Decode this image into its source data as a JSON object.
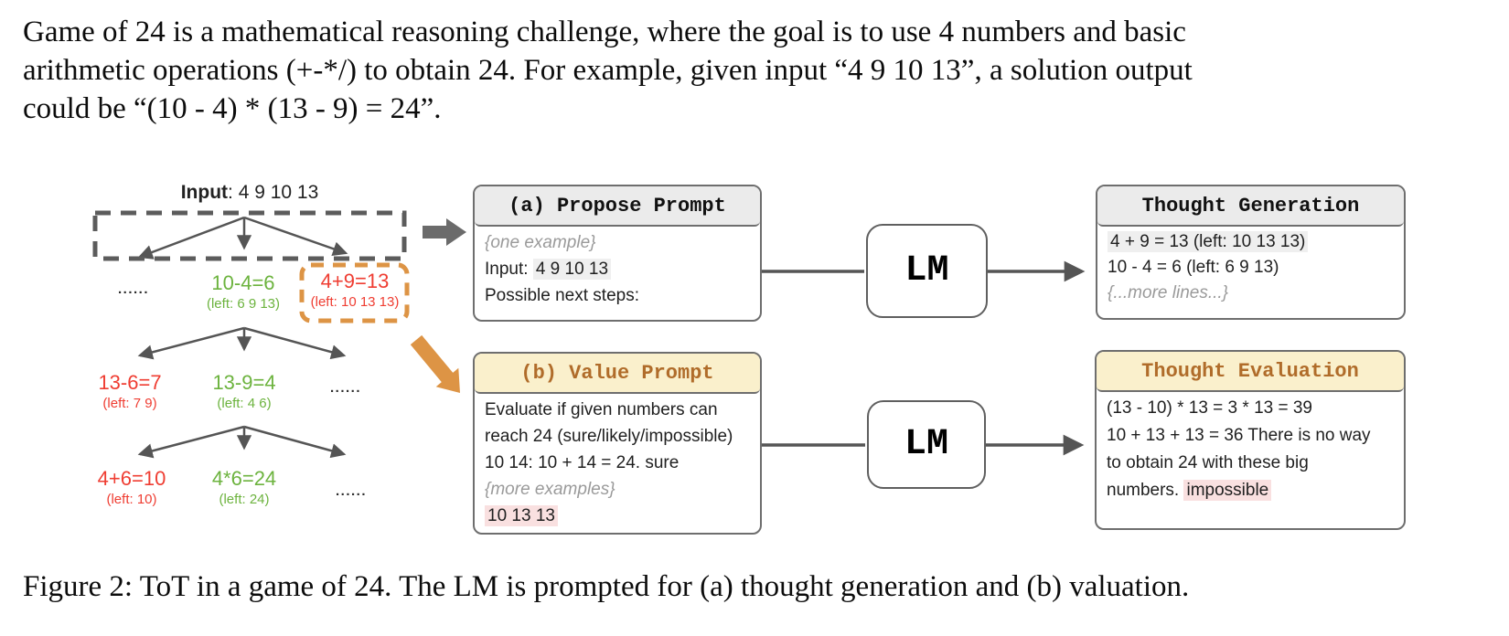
{
  "intro": {
    "lines": [
      "Game of 24 is a mathematical reasoning challenge, where the goal is to use 4 numbers and basic",
      "arithmetic operations (+-*/) to obtain 24. For example, given input “4 9 10 13”, a solution output",
      "could be “(10 - 4) * (13 - 9) = 24”."
    ]
  },
  "caption": "Figure 2: ToT in a game of 24. The LM is prompted for (a) thought generation and (b) valuation.",
  "tree": {
    "input_label": "Input",
    "input_rest": ": 4 9 10 13",
    "dots": "......",
    "levels": [
      {
        "nodes": [
          {
            "expr": "10-4=6",
            "left": "(left: 6 9 13)",
            "color": "green"
          },
          {
            "expr": "4+9=13",
            "left": "(left: 10 13 13)",
            "color": "red",
            "highlighted": true
          }
        ]
      },
      {
        "nodes": [
          {
            "expr": "13-6=7",
            "left": "(left: 7 9)",
            "color": "red"
          },
          {
            "expr": "13-9=4",
            "left": "(left: 4 6)",
            "color": "green"
          }
        ]
      },
      {
        "nodes": [
          {
            "expr": "4+6=10",
            "left": "(left: 10)",
            "color": "red"
          },
          {
            "expr": "4*6=24",
            "left": "(left: 24)",
            "color": "green"
          }
        ]
      }
    ]
  },
  "propose_prompt": {
    "title": "(a) Propose Prompt",
    "placeholder": "{one example}",
    "input_prefix": "Input: ",
    "input_value": "4 9 10 13",
    "next_steps": "Possible next steps:"
  },
  "value_prompt": {
    "title": "(b) Value Prompt",
    "lines": [
      "Evaluate if given numbers can",
      "reach 24 (sure/likely/impossible)",
      "10 14: 10 + 14 = 24. sure"
    ],
    "placeholder": "{more examples}",
    "query": "10 13 13"
  },
  "lm_label": "LM",
  "thought_generation": {
    "title": "Thought Generation",
    "highlighted_line": "4 + 9 = 13 (left: 10 13 13)",
    "line2": "10 - 4 = 6 (left: 6 9 13)",
    "placeholder": "{...more lines...}"
  },
  "thought_evaluation": {
    "title": "Thought Evaluation",
    "lines": [
      "(13 - 10) * 13 = 3 * 13 = 39",
      "10 + 13 + 13 = 36 There is no way",
      "to obtain 24 with these big"
    ],
    "final_prefix": "numbers. ",
    "final_verdict": "impossible"
  },
  "colors": {
    "green": "#6cb33e",
    "red": "#ef3d32",
    "orange": "#dd9445",
    "brown": "#b06c2a",
    "gray_header_bg": "#ebebeb",
    "cream_header_bg": "#faf0cc",
    "gray_highlight": "#efefef",
    "pink_highlight": "#f9e0e0",
    "arrow_gray": "#555555"
  }
}
